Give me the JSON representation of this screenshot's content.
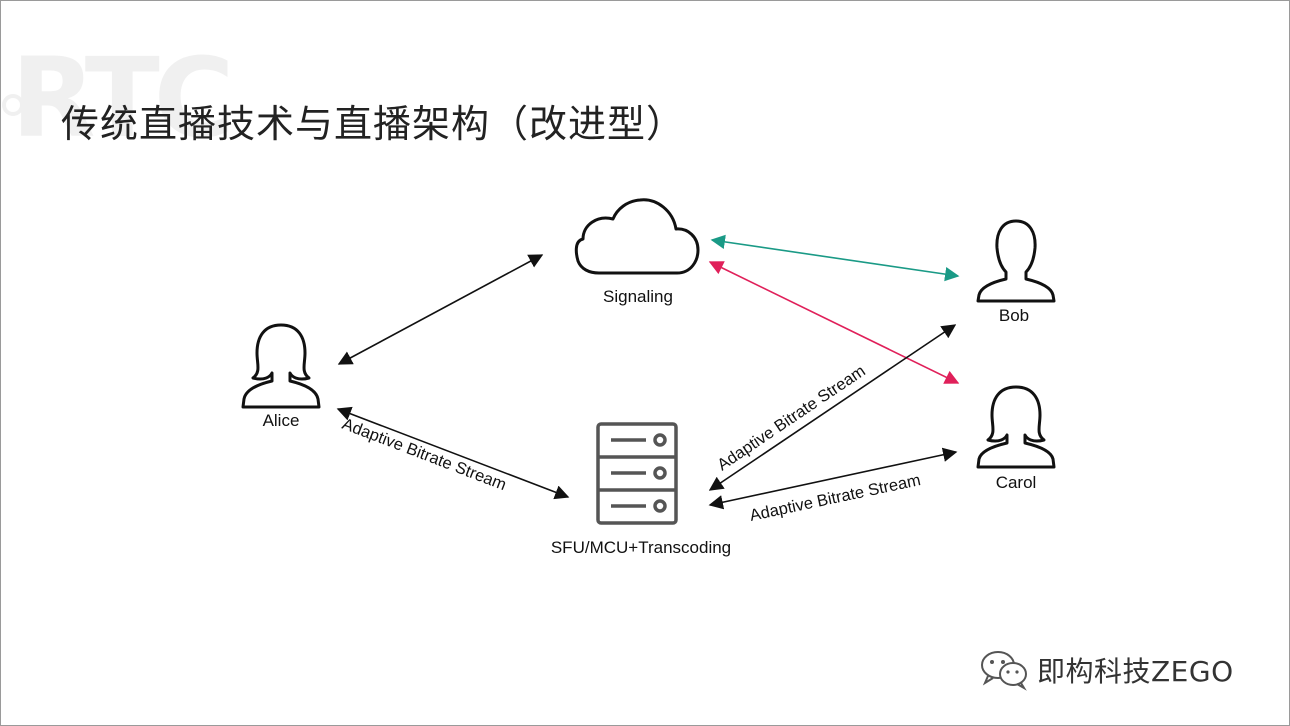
{
  "slide": {
    "title": "传统直播技术与直播架构（改进型）",
    "watermark": "RTC"
  },
  "nodes": {
    "signaling": "Signaling",
    "alice": "Alice",
    "bob": "Bob",
    "carol": "Carol",
    "server": "SFU/MCU+Transcoding"
  },
  "edges": {
    "alice_server": "Adaptive Bitrate Stream",
    "server_bob": "Adaptive Bitrate Stream",
    "server_carol": "Adaptive Bitrate Stream"
  },
  "footer": {
    "brand": "即构科技ZEGO"
  },
  "colors": {
    "signaling_bob": "#1a9a86",
    "signaling_carol": "#e0205a",
    "default_edge": "#111111",
    "icon": "#111111",
    "server_icon": "#555555"
  }
}
